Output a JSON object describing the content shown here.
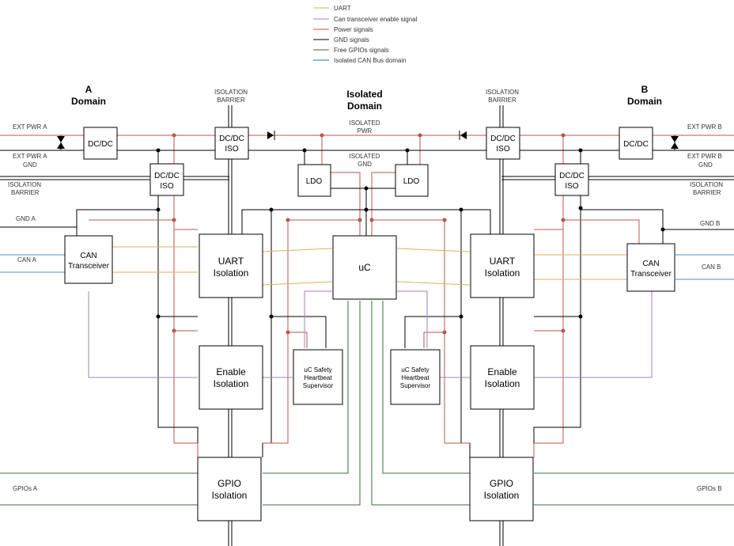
{
  "colors": {
    "uart": "#d6b656",
    "enable": "#a680b8",
    "power": "#b85450",
    "gnd": "#000000",
    "gpio": "#3d6b3d",
    "can": "#4d8fbf",
    "isolated_can": "#1a7a6e"
  },
  "legend": [
    {
      "label": "UART",
      "color_key": "uart"
    },
    {
      "label": "Can transceiver enable signal",
      "color_key": "enable"
    },
    {
      "label": "Power signals",
      "color_key": "power"
    },
    {
      "label": "GND signals",
      "color_key": "gnd"
    },
    {
      "label": "Free GPIOs signals",
      "color_key": "gpio"
    },
    {
      "label": "Isolated CAN Bus domain",
      "color_key": "isolated_can"
    }
  ],
  "domains": {
    "a": [
      "A",
      "Domain"
    ],
    "iso": [
      "Isolated",
      "Domain"
    ],
    "b": [
      "B",
      "Domain"
    ]
  },
  "barriers": {
    "left": [
      "ISOLATION",
      "BARRIER"
    ],
    "right": [
      "ISOLATION",
      "BARRIER"
    ],
    "side_left": [
      "ISOLATION",
      "BARRIER"
    ],
    "side_right": [
      "ISOLATION",
      "BARRIER"
    ]
  },
  "signals": {
    "ext_pwr_a": "EXT PWR A",
    "ext_pwr_a_gnd": [
      "EXT PWR A",
      "GND"
    ],
    "gnd_a": "GND A",
    "can_a": "CAN A",
    "gpios_a": "GPIOs A",
    "ext_pwr_b": "EXT PWR B",
    "ext_pwr_b_gnd": [
      "EXT PWR B",
      "GND"
    ],
    "gnd_b": "GND B",
    "can_b": "CAN B",
    "gpios_b": "GPIOs B",
    "iso_pwr": [
      "ISOLATED",
      "PWR"
    ],
    "iso_gnd": [
      "ISOLATED",
      "GND"
    ]
  },
  "blocks": {
    "dcdc_a": [
      "DC/DC"
    ],
    "dcdc_b": [
      "DC/DC"
    ],
    "dcdc_iso_top_a": [
      "DC/DC",
      "ISO"
    ],
    "dcdc_iso_top_b": [
      "DC/DC",
      "ISO"
    ],
    "dcdc_iso_bot_a": [
      "DC/DC",
      "ISO"
    ],
    "dcdc_iso_bot_b": [
      "DC/DC",
      "ISO"
    ],
    "ldo_a": [
      "LDO"
    ],
    "ldo_b": [
      "LDO"
    ],
    "can_a": [
      "CAN",
      "Transceiver"
    ],
    "can_b": [
      "CAN",
      "Transceiver"
    ],
    "uart_a": [
      "UART",
      "Isolation"
    ],
    "uart_b": [
      "UART",
      "Isolation"
    ],
    "uc": [
      "uC"
    ],
    "enable_a": [
      "Enable",
      "Isolation"
    ],
    "enable_b": [
      "Enable",
      "Isolation"
    ],
    "hb_a": [
      "uC Safety",
      "Heartbeat",
      "Supervisor"
    ],
    "hb_b": [
      "uC Safety",
      "Heartbeat",
      "Supervisor"
    ],
    "gpio_a": [
      "GPIO",
      "Isolation"
    ],
    "gpio_b": [
      "GPIO",
      "Isolation"
    ]
  }
}
